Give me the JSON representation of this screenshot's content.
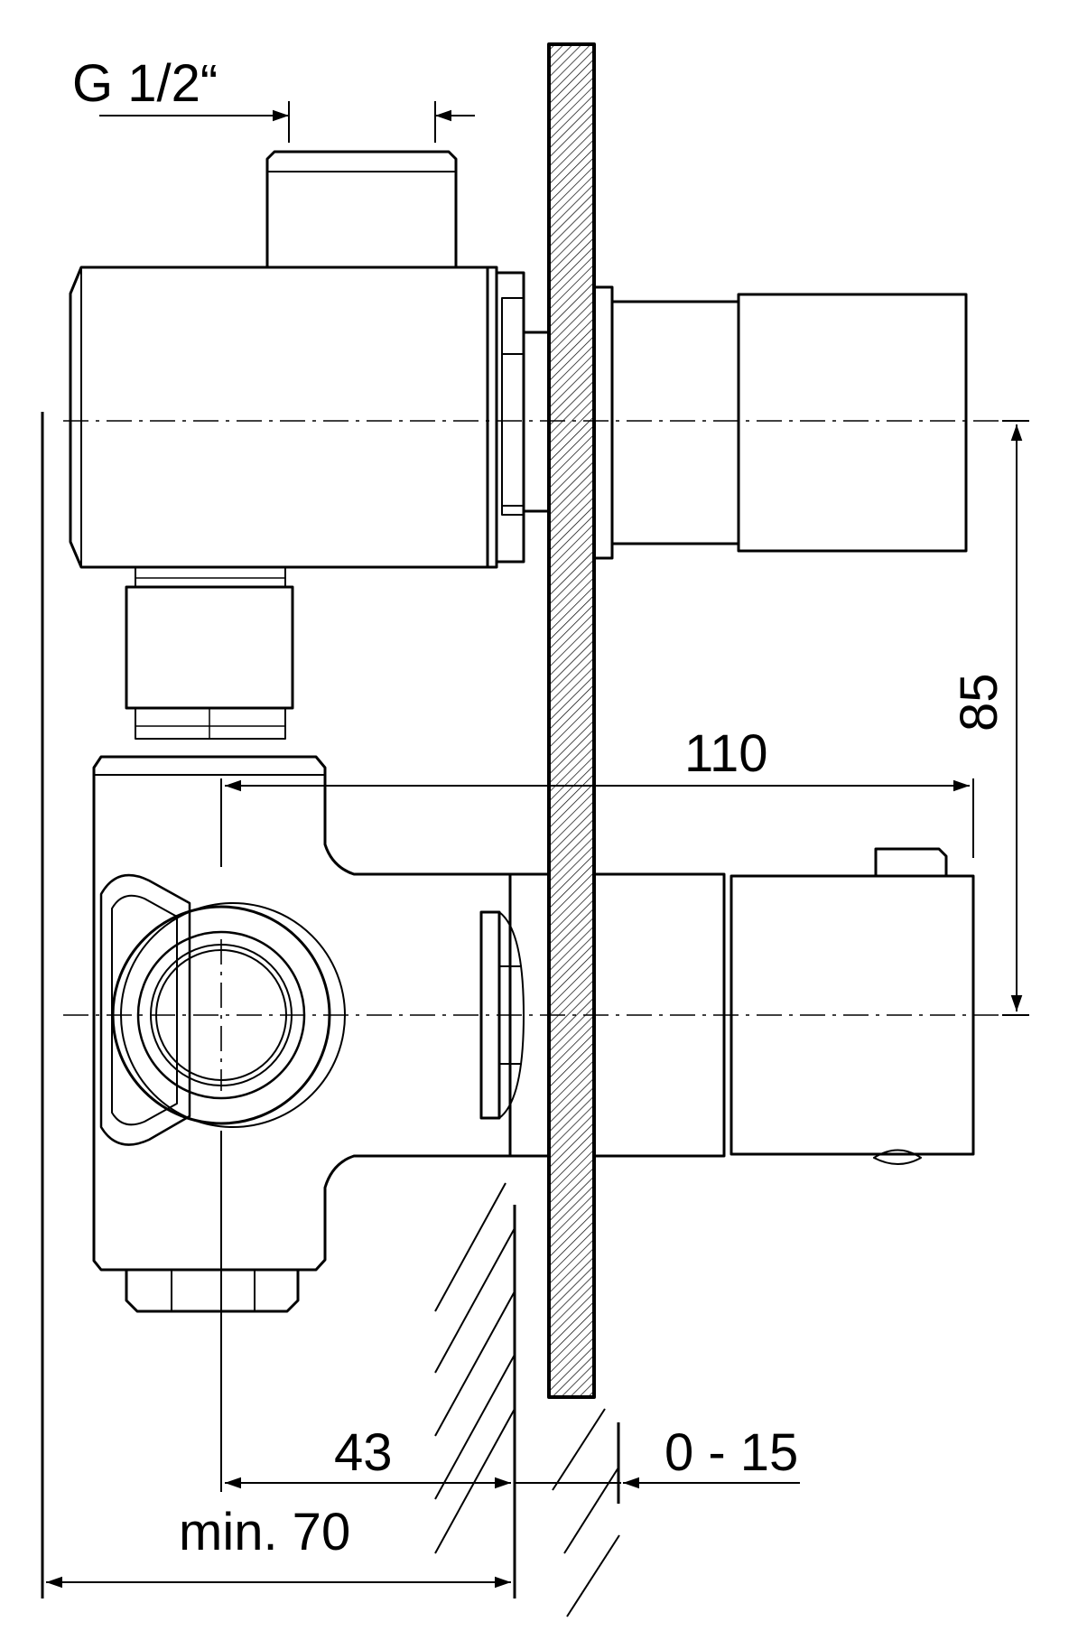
{
  "labels": {
    "thread": "G 1/2“",
    "vertical_spacing": "85",
    "projection": "110",
    "centre_depth": "43",
    "min_depth": "min. 70",
    "tile_range": "0 - 15"
  },
  "colors": {
    "ink": "#000000",
    "background": "#ffffff"
  }
}
